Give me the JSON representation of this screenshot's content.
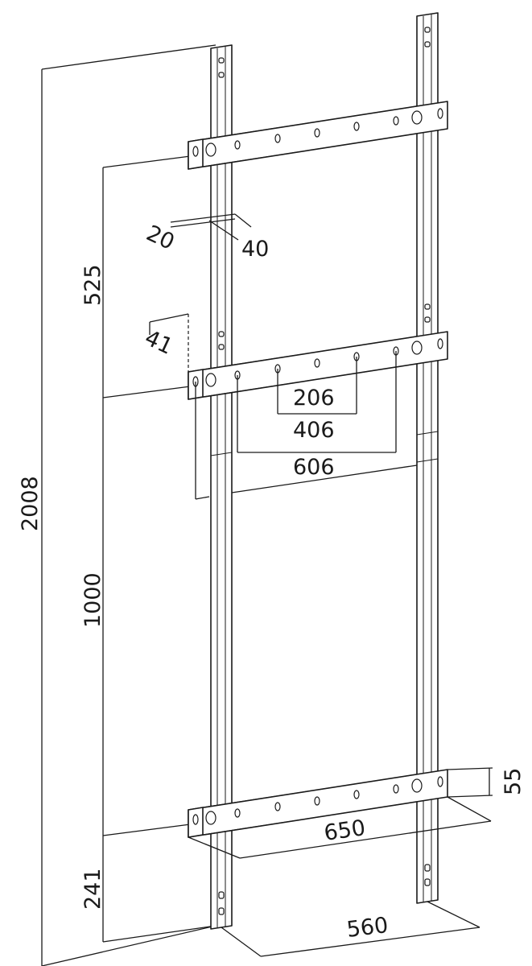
{
  "dimensions": {
    "total_height": "2008",
    "upper_spacing": "525",
    "middle_spacing": "1000",
    "bottom_offset": "241",
    "slot_width": "20",
    "slot_length": "40",
    "bracket_depth": "41",
    "hole_spacing_small": "206",
    "hole_spacing_medium": "406",
    "hole_spacing_large": "606",
    "bracket_height": "55",
    "bracket_width": "650",
    "rail_spacing": "560"
  }
}
